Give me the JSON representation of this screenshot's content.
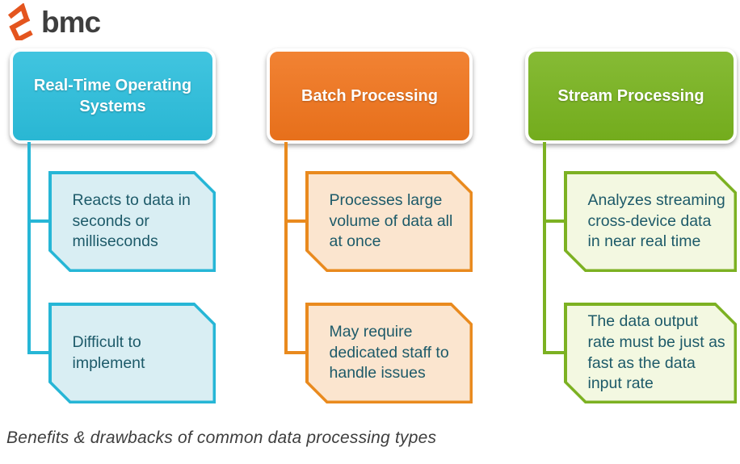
{
  "logo": {
    "text": "bmc"
  },
  "caption": "Benefits & drawbacks of common data processing types",
  "theme": {
    "background": "#FFFFFF",
    "header_text": "#FFFFFF",
    "body_text": "#1D5A69",
    "caption_color": "#3E3E3E",
    "logo_icon": "#E4551E",
    "logo_text": "#3E3E3E"
  },
  "columns": [
    {
      "title": "Real-Time Operating Systems",
      "colors": {
        "header": "#2BBEDC",
        "border": "#26B6D6",
        "fill": "#D9EEF3"
      },
      "items": [
        "Reacts to data in seconds or milliseconds",
        "Difficult to implement"
      ]
    },
    {
      "title": "Batch Processing",
      "colors": {
        "header": "#F0741C",
        "border": "#E98A1E",
        "fill": "#FBE5CF"
      },
      "items": [
        "Processes large volume of data all at once",
        "May require dedicated staff to handle issues"
      ]
    },
    {
      "title": "Stream Processing",
      "colors": {
        "header": "#78B31E",
        "border": "#7CB122",
        "fill": "#F3F8E1"
      },
      "items": [
        "Analyzes streaming cross-device data in near real time",
        "The data output rate must be just as fast as the data input rate"
      ]
    }
  ]
}
